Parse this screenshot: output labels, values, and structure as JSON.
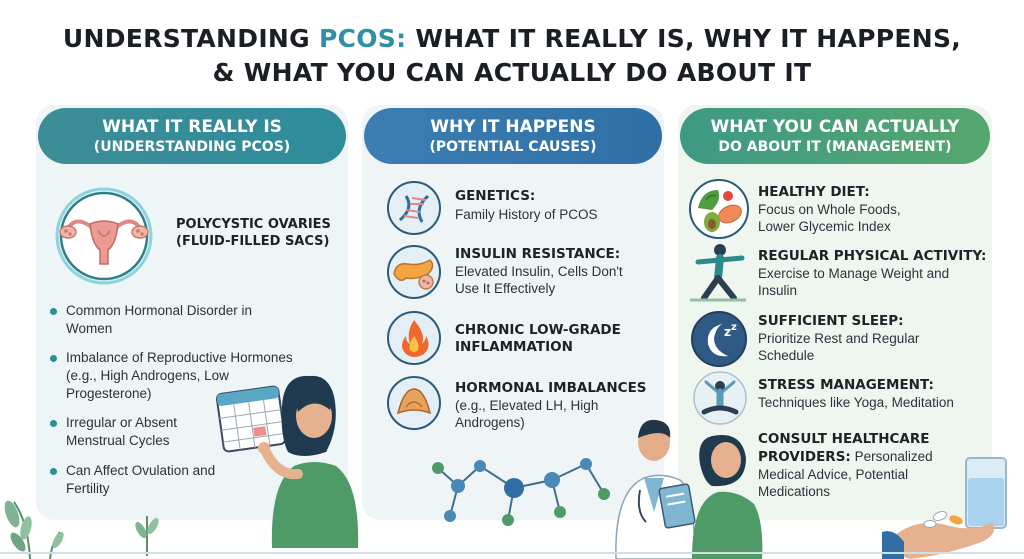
{
  "title": {
    "line1_pre": "UNDERSTANDING ",
    "line1_accent": "PCOS:",
    "line1_post": " WHAT IT REALLY IS, WHY IT HAPPENS,",
    "line2": "& WHAT YOU CAN ACTUALLY DO ABOUT IT"
  },
  "columns": [
    {
      "heading": "WHAT IT REALLY IS",
      "subheading": "(UNDERSTANDING PCOS)",
      "feature_line1": "POLYCYSTIC OVARIES",
      "feature_line2": "(FLUID-FILLED SACS)",
      "bullets": [
        "Common Hormonal Disorder in Women",
        "Imbalance of Reproductive Hormones (e.g., High Androgens, Low Progesterone)",
        "Irregular or Absent Menstrual Cycles",
        "Can Affect Ovulation and Fertility"
      ]
    },
    {
      "heading": "WHY IT HAPPENS",
      "subheading": "(POTENTIAL CAUSES)",
      "items": [
        {
          "title": "GENETICS:",
          "desc": "Family History of PCOS",
          "icon": "dna-icon"
        },
        {
          "title": "INSULIN RESISTANCE:",
          "desc": "Elevated Insulin, Cells Don't Use It Effectively",
          "icon": "pancreas-icon"
        },
        {
          "title": "CHRONIC LOW-GRADE INFLAMMATION",
          "desc": "",
          "icon": "flame-icon"
        },
        {
          "title": "HORMONAL IMBALANCES",
          "desc": "(e.g., Elevated LH, High Androgens)",
          "icon": "gland-icon"
        }
      ]
    },
    {
      "heading": "WHAT YOU CAN ACTUALLY",
      "subheading": "DO ABOUT IT (MANAGEMENT)",
      "items": [
        {
          "title": "HEALTHY DIET:",
          "desc": "Focus on Whole Foods, Lower Glycemic Index",
          "icon": "food-icon"
        },
        {
          "title": "REGULAR PHYSICAL ACTIVITY:",
          "desc": "Exercise to Manage Weight and Insulin",
          "icon": "exercise-icon"
        },
        {
          "title": "SUFFICIENT SLEEP:",
          "desc": "Prioritize Rest and Regular Schedule",
          "icon": "moon-icon"
        },
        {
          "title": "STRESS MANAGEMENT:",
          "desc": "Techniques like Yoga, Meditation",
          "icon": "meditation-icon"
        },
        {
          "title": "CONSULT HEALTHCARE PROVIDERS:",
          "desc": "Personalized Medical Advice, Potential Medications",
          "icon": "doctor-icon"
        }
      ]
    }
  ],
  "colors": {
    "accent_teal": "#2f8fa6",
    "pill_teal": "#2f8c9a",
    "pill_blue": "#3274a9",
    "pill_green": "#4d9f78"
  }
}
